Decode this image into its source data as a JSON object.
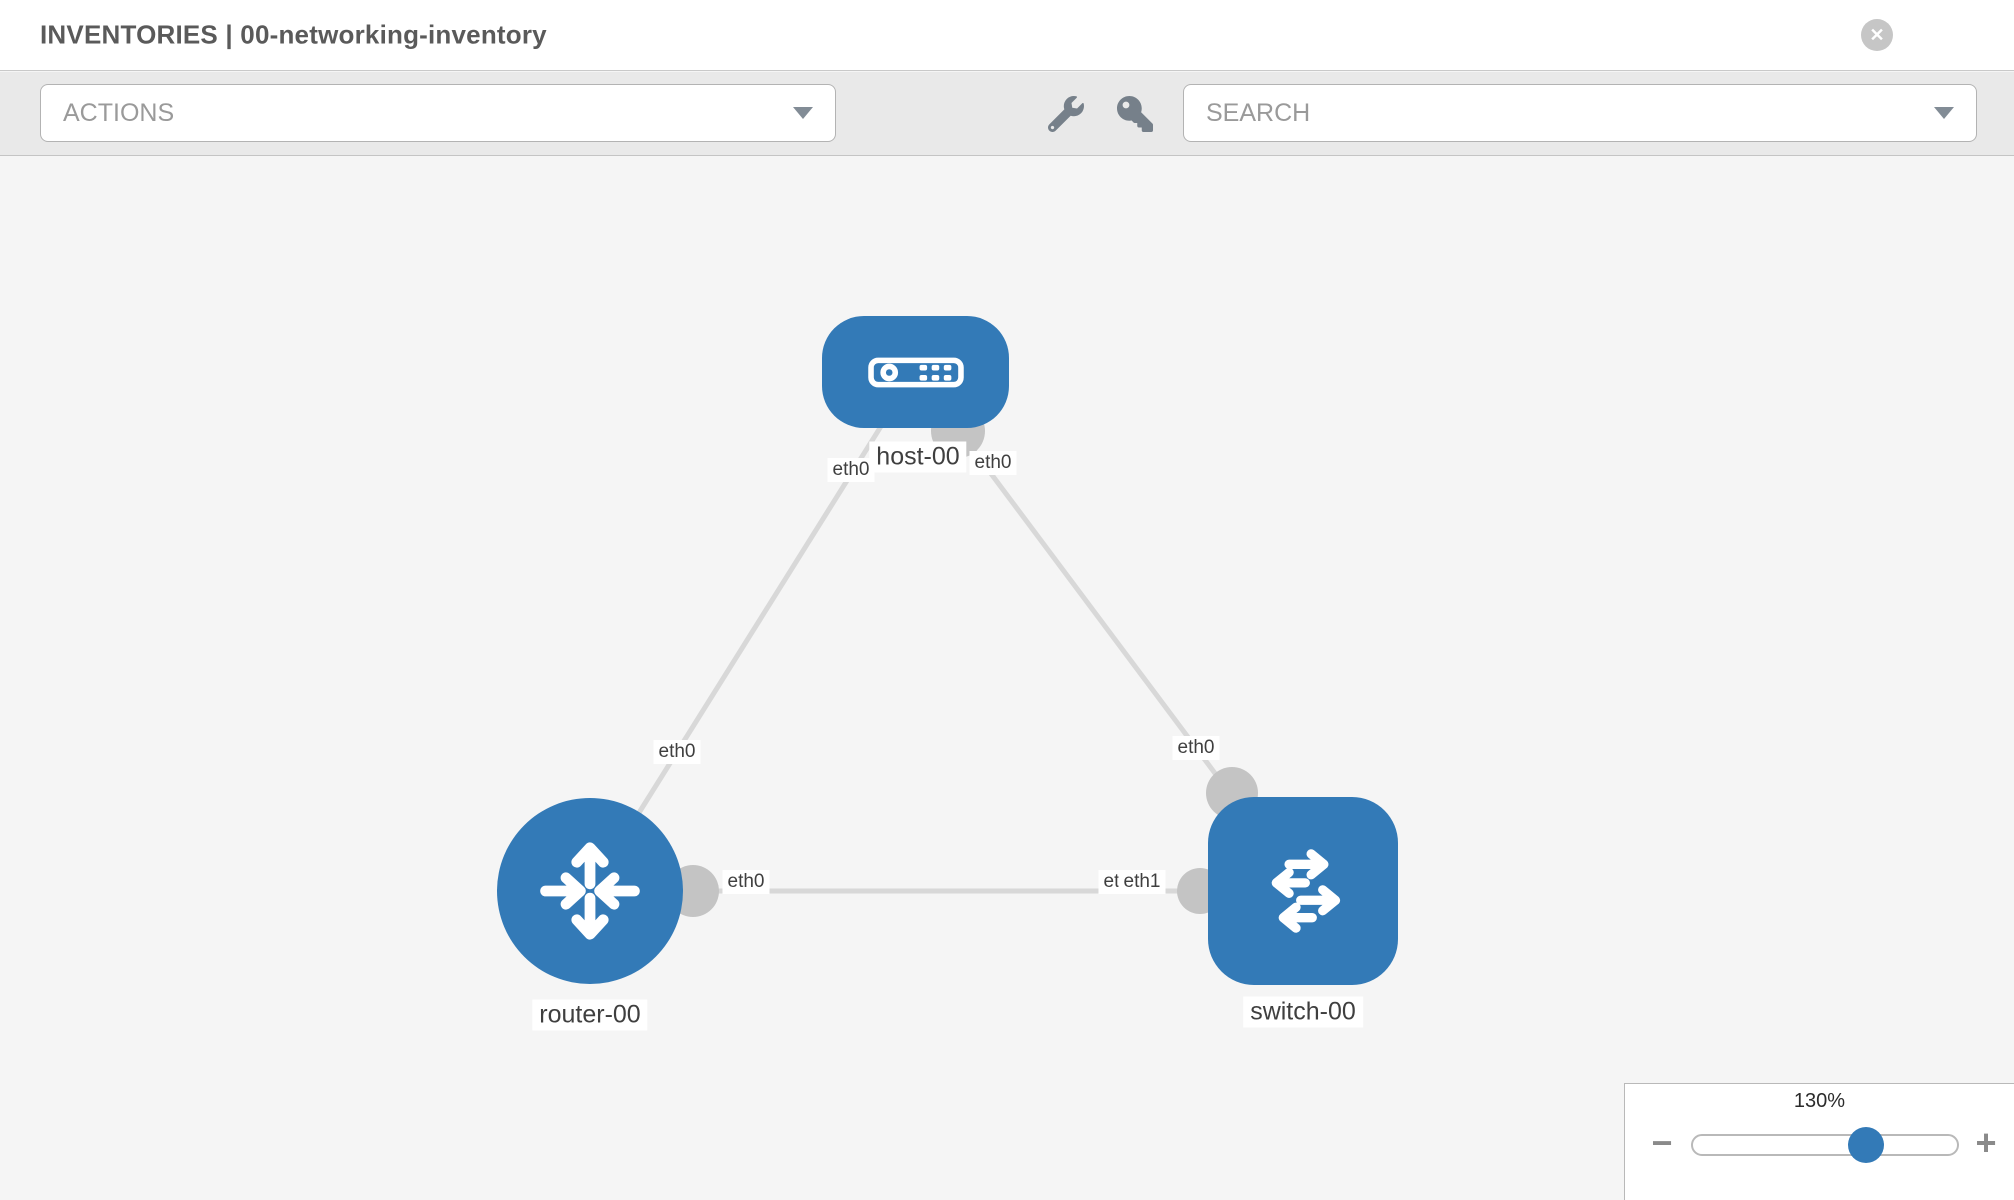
{
  "header": {
    "title": "INVENTORIES | 00-networking-inventory",
    "close_icon": "✕"
  },
  "toolbar": {
    "actions_label": "ACTIONS",
    "search_label": "SEARCH"
  },
  "topology": {
    "nodes": [
      {
        "id": "host-00",
        "type": "host",
        "label": "host-00"
      },
      {
        "id": "router-00",
        "type": "router",
        "label": "router-00"
      },
      {
        "id": "switch-00",
        "type": "switch",
        "label": "switch-00"
      }
    ],
    "links": [
      {
        "from": "host-00",
        "to": "router-00",
        "from_interface": "eth0",
        "to_interface": "eth0"
      },
      {
        "from": "host-00",
        "to": "switch-00",
        "from_interface": "eth0",
        "to_interface": "eth0"
      },
      {
        "from": "router-00",
        "to": "switch-00",
        "from_interface": "eth0",
        "to_interface": "eth1",
        "obscured_interface_label": "eth0"
      }
    ]
  },
  "zoom_control": {
    "value": "130%",
    "minus_label": "−",
    "plus_label": "+"
  },
  "colors": {
    "node_blue": "#337ab7",
    "link_gray": "#d8d8d8",
    "interface_gray": "#c4c4c4",
    "canvas_bg": "#f5f5f5",
    "toolbar_bg": "#e9e9e9"
  }
}
